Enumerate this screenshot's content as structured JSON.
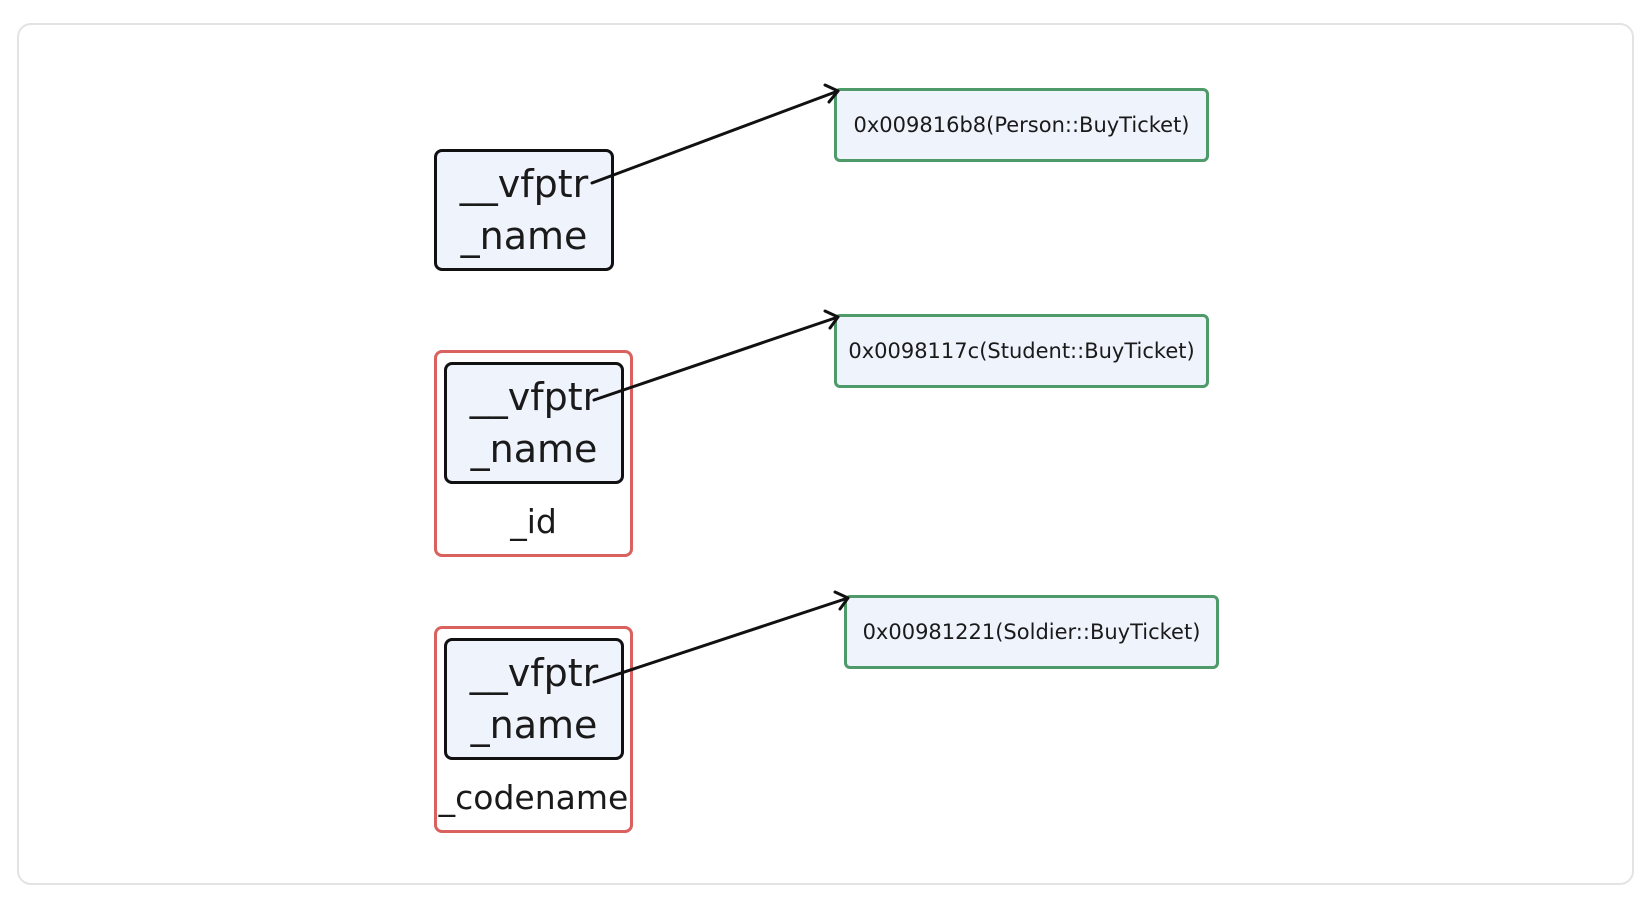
{
  "objects": [
    {
      "fields": [
        "__vfptr",
        "_name"
      ],
      "derived_field": "",
      "vtable_entry": "0x009816b8(Person::BuyTicket)"
    },
    {
      "fields": [
        "__vfptr",
        "_name"
      ],
      "derived_field": "_id",
      "vtable_entry": "0x0098117c(Student::BuyTicket)"
    },
    {
      "fields": [
        "__vfptr",
        "_name"
      ],
      "derived_field": "_codename",
      "vtable_entry": "0x00981221(Soldier::BuyTicket)"
    }
  ],
  "colors": {
    "base_border": "#111111",
    "derived_border": "#d9625e",
    "vtable_border": "#4e9a68",
    "box_fill": "#eff3fc",
    "arrow": "#111111"
  }
}
